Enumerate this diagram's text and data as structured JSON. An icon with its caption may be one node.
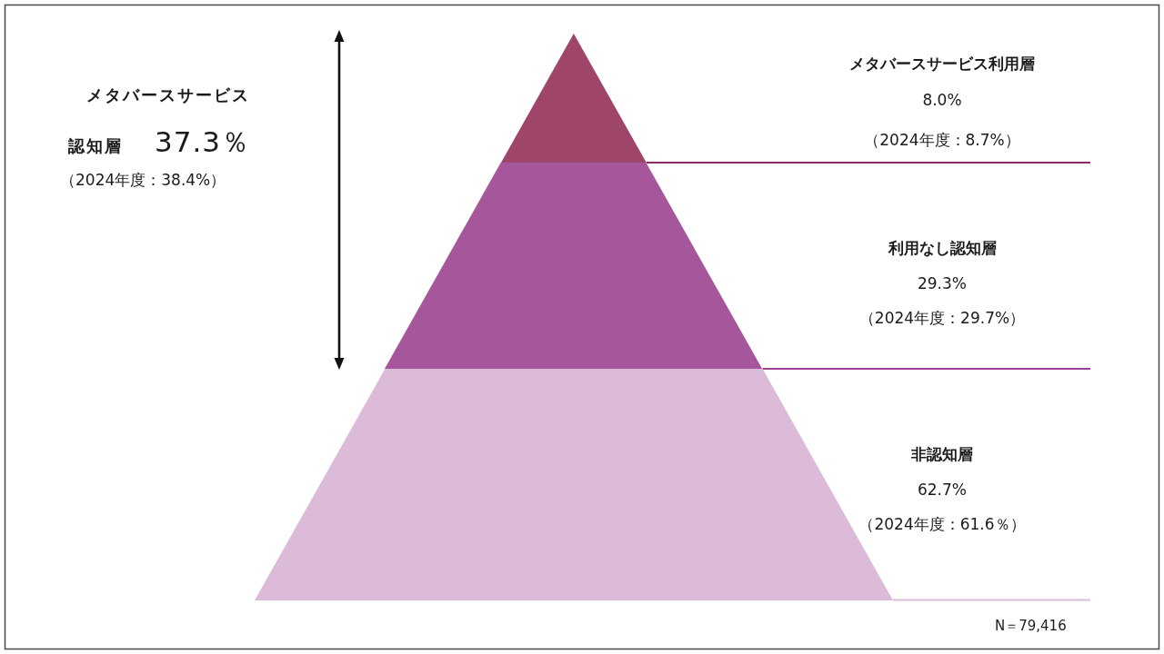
{
  "diagram": {
    "nodes": [
      {
        "text": [],
        "shape": "triangle",
        "beside": [
          "メタバースサービス利用層",
          "8.0%",
          "（2024年度：8.7%）"
        ]
      },
      {
        "text": [],
        "shape": "trapezoid",
        "beside": [
          "利用なし認知層",
          "29.3%",
          "（2024年度：29.7%）"
        ]
      },
      {
        "text": [],
        "shape": "trapezoid",
        "beside": [
          "非認知層",
          "62.7%",
          "（2024年度：61.6％）"
        ]
      }
    ],
    "labels": [
      "メタバースサービス認知層",
      "37.3％",
      "（2024年度：38.4%）",
      "N＝79,416"
    ]
  }
}
